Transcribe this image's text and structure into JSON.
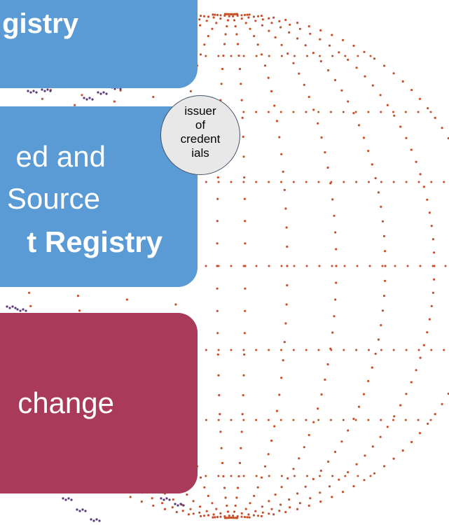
{
  "cards": {
    "registry_top": {
      "text": "gistry",
      "color": "#5b9bd5"
    },
    "trusted_registry": {
      "line1": "ed and",
      "line2": "Source",
      "line3": "t Registry",
      "color": "#5b9bd5"
    },
    "exchange": {
      "text": "change",
      "color": "#a93a5a"
    }
  },
  "issuer_node": {
    "label": "issuer\nof\ncredent\nials"
  },
  "colors": {
    "globe_dots": "#c8502a",
    "accent_dots": "#5a3a7a",
    "node_fill": "#e8e8e8",
    "node_border": "#44546a"
  }
}
